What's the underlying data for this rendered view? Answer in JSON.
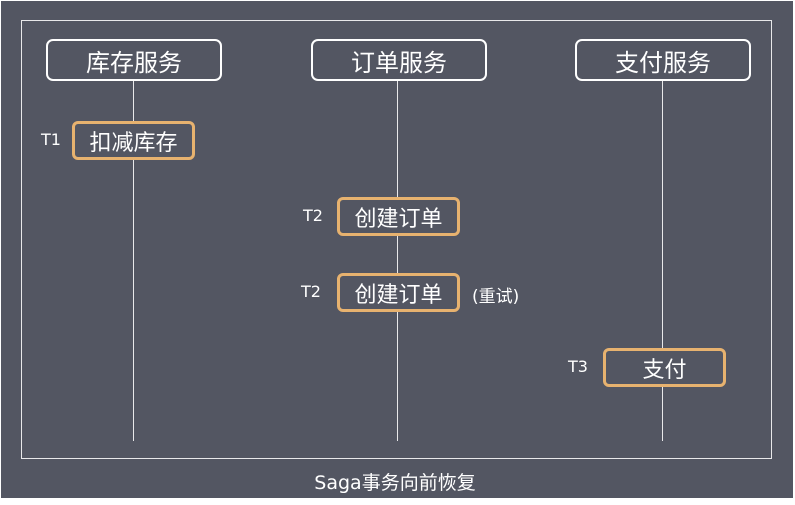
{
  "services": {
    "inventory": "库存服务",
    "order": "订单服务",
    "payment": "支付服务"
  },
  "steps": [
    {
      "tag": "T1",
      "label": "扣减库存"
    },
    {
      "tag": "T2",
      "label": "创建订单"
    },
    {
      "tag": "T2",
      "label": "创建订单",
      "note": "(重试)"
    },
    {
      "tag": "T3",
      "label": "支付"
    }
  ],
  "caption": "Saga事务向前恢复",
  "colors": {
    "background": "#535662",
    "line": "#e8e8ea",
    "service_border": "#ffffff",
    "step_border": "#e7b26f",
    "text": "#ffffff"
  }
}
